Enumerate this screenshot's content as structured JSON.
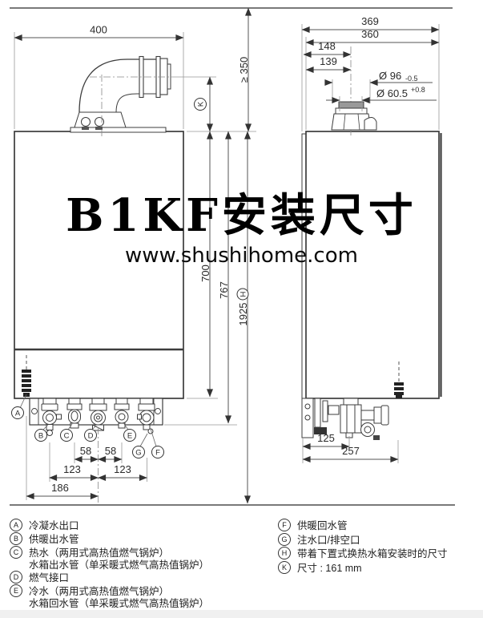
{
  "watermark": {
    "title": "B1KF安装尺寸",
    "website": "www.shushihome.com"
  },
  "front_view": {
    "width_dim": "400",
    "k_ref": "K",
    "spacing_dims": [
      "58",
      "58",
      "123",
      "123",
      "186"
    ],
    "port_refs": [
      "A",
      "B",
      "C",
      "D",
      "E",
      "G",
      "F"
    ]
  },
  "side_view": {
    "depth_total_dim": "369",
    "depth_dim": "360",
    "flue_center_dim1": "148",
    "flue_center_dim2": "139",
    "flue_outer_dia": "Ø 96",
    "flue_outer_tol": "-0.5",
    "flue_inner_dia": "Ø 60.5",
    "flue_inner_tol": "+0.8",
    "clearance_dim": "≥ 350",
    "bottom_dim1": "125",
    "bottom_dim2": "257"
  },
  "height_dims": {
    "boiler": "700",
    "with_connections": "767",
    "with_tank": "1925",
    "with_tank_ref": "H"
  },
  "legend": {
    "rows_left": [
      {
        "key": "A",
        "text": "冷凝水出口"
      },
      {
        "key": "B",
        "text": "供暖出水管"
      },
      {
        "key": "C",
        "text": "热水（两用式高热值燃气锅炉）"
      },
      {
        "key": "",
        "text": "水箱出水管（单采暖式燃气高热值锅炉）"
      },
      {
        "key": "D",
        "text": "燃气接口"
      },
      {
        "key": "E",
        "text": "冷水（两用式高热值燃气锅炉）"
      },
      {
        "key": "",
        "text": "水箱回水管（单采暖式燃气高热值锅炉）"
      }
    ],
    "rows_right": [
      {
        "key": "F",
        "text": "供暖回水管"
      },
      {
        "key": "G",
        "text": "注水口/排空口"
      },
      {
        "key": "H",
        "text": "带着下置式换热水箱安装时的尺寸"
      },
      {
        "key": "K",
        "text": "尺寸 : 161 mm"
      }
    ]
  }
}
